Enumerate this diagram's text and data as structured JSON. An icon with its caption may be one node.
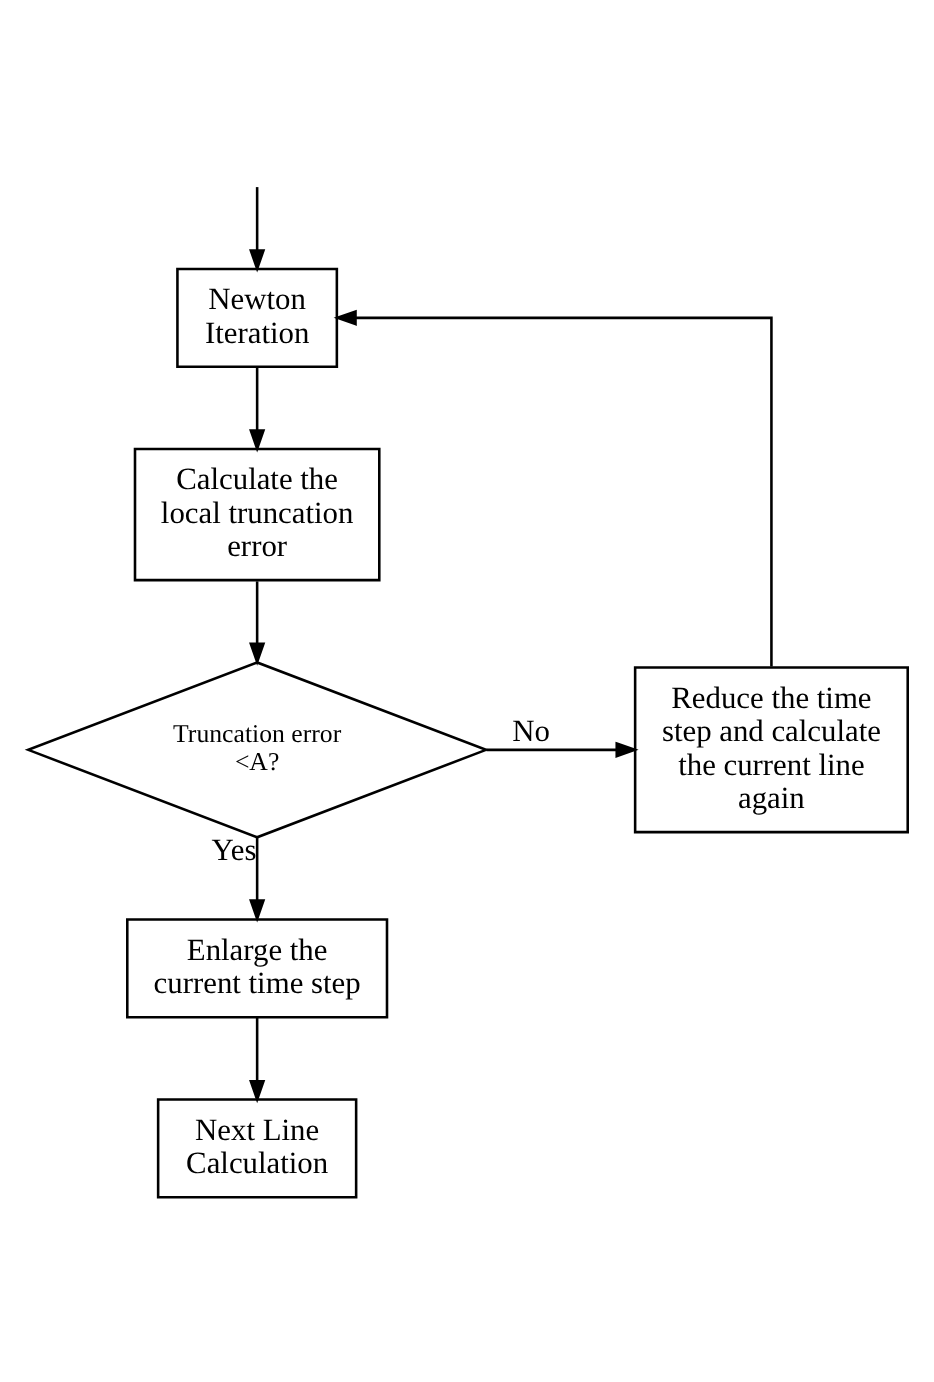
{
  "diagram": {
    "nodes": [
      {
        "text": [
          "Newton Iteration"
        ]
      },
      {
        "text": [
          "Calculate the local truncation error"
        ]
      },
      {
        "text": [
          "Truncation error <A?"
        ]
      },
      {
        "text": [
          "Reduce the time step and calculate the current line again"
        ]
      },
      {
        "text": [
          "Enlarge the current time step"
        ]
      },
      {
        "text": [
          "Next Line Calculation"
        ]
      }
    ],
    "edges": [
      {
        "from": null,
        "to": 0,
        "arrow": "to"
      },
      {
        "from": 0,
        "to": 1,
        "arrow": "to"
      },
      {
        "from": 1,
        "to": 2,
        "arrow": "to"
      },
      {
        "from": 2,
        "to": 3,
        "arrow": "to",
        "label": "No"
      },
      {
        "from": 3,
        "to": 0,
        "arrow": "to"
      },
      {
        "from": 2,
        "to": 4,
        "arrow": "to",
        "label": "Yes"
      },
      {
        "from": 4,
        "to": 5,
        "arrow": "to"
      }
    ]
  }
}
